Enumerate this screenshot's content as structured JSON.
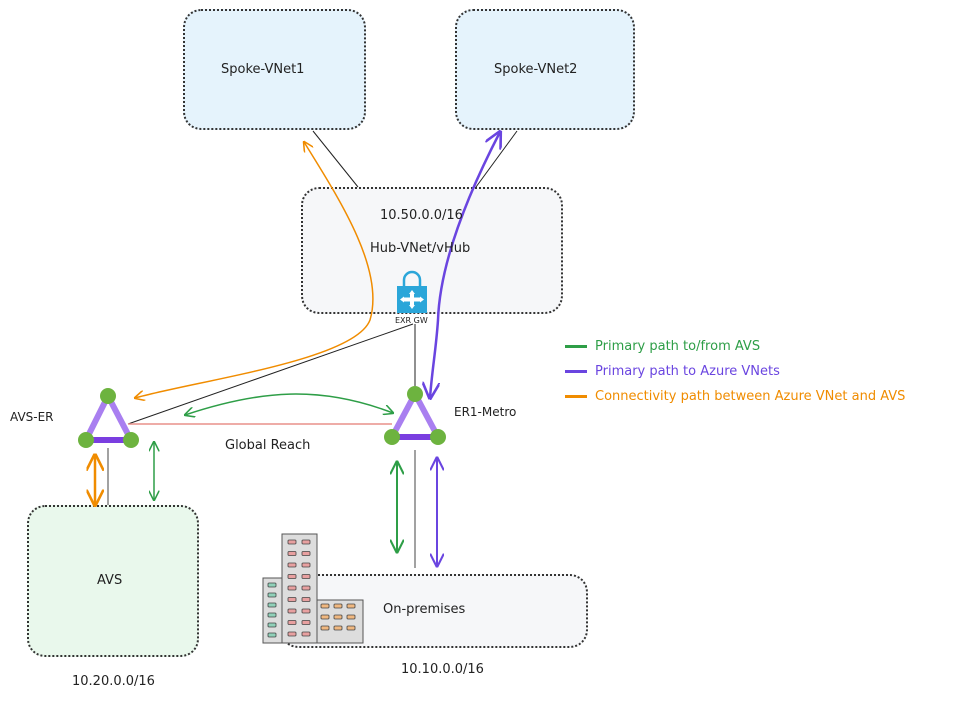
{
  "nodes": {
    "spoke1": {
      "label": "Spoke-VNet1"
    },
    "spoke2": {
      "label": "Spoke-VNet2"
    },
    "hub": {
      "cidr": "10.50.0.0/16",
      "label": "Hub-VNet/vHub",
      "gateway_label": "EXR GW"
    },
    "avs_er": {
      "label": "AVS-ER"
    },
    "er1": {
      "label": "ER1-Metro"
    },
    "avs": {
      "label": "AVS",
      "cidr": "10.20.0.0/16"
    },
    "onprem": {
      "label": "On-premises",
      "cidr": "10.10.0.0/16"
    }
  },
  "links": {
    "global_reach": "Global Reach"
  },
  "legend": [
    {
      "label": "Primary path to/from AVS",
      "color": "#2e9e47"
    },
    {
      "label": "Primary path to Azure VNets",
      "color": "#6a45e0"
    },
    {
      "label": "Connectivity path between Azure VNet and AVS",
      "color": "#f08c00"
    }
  ],
  "colors": {
    "green": "#2e9e47",
    "purple": "#6a45e0",
    "orange": "#f08c00",
    "global_reach": "#e8908a"
  }
}
